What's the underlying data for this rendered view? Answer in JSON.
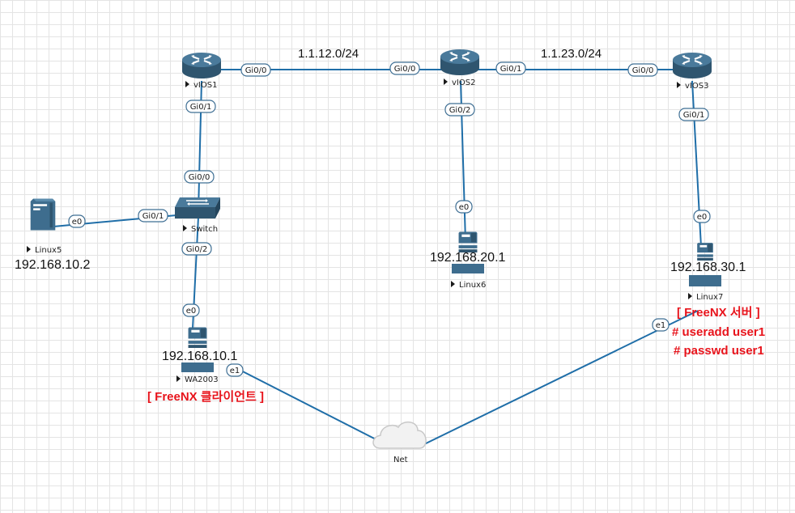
{
  "nodes": {
    "vios1": {
      "label": "vIOS1"
    },
    "vios2": {
      "label": "vIOS2"
    },
    "vios3": {
      "label": "vIOS3"
    },
    "switch": {
      "label": "Switch"
    },
    "linux5": {
      "label": "Linux5",
      "ip": "192.168.10.2"
    },
    "linux6": {
      "label": "Linux6",
      "ip": "192.168.20.1"
    },
    "linux7": {
      "label": "Linux7",
      "ip": "192.168.30.1"
    },
    "wa2003": {
      "label": "WA2003",
      "ip": "192.168.10.1"
    },
    "net": {
      "label": "Net"
    }
  },
  "networks": {
    "n12": "1.1.12.0/24",
    "n23": "1.1.23.0/24"
  },
  "ports": {
    "v1_g00": "Gi0/0",
    "v2_g00": "Gi0/0",
    "v2_g01": "Gi0/1",
    "v3_g00": "Gi0/0",
    "v1_g01": "Gi0/1",
    "sw_g00": "Gi0/0",
    "v2_g02": "Gi0/2",
    "l6_e0": "e0",
    "v3_g01": "Gi0/1",
    "l7_e0": "e0",
    "l5_e0": "e0",
    "sw_g01": "Gi0/1",
    "sw_g02": "Gi0/2",
    "wa_e0": "e0",
    "wa_e1": "e1",
    "l7_e1": "e1"
  },
  "annotations": {
    "client": "[ FreeNX 클라이언트 ]",
    "server": "[ FreeNX 서버 ]",
    "cmd1": "# useradd user1",
    "cmd2": "# passwd user1"
  },
  "colors": {
    "link": "#1f6ea8",
    "device": "#3e6d8e",
    "annotation": "#e8141c",
    "grid": "#e4e4e4"
  }
}
